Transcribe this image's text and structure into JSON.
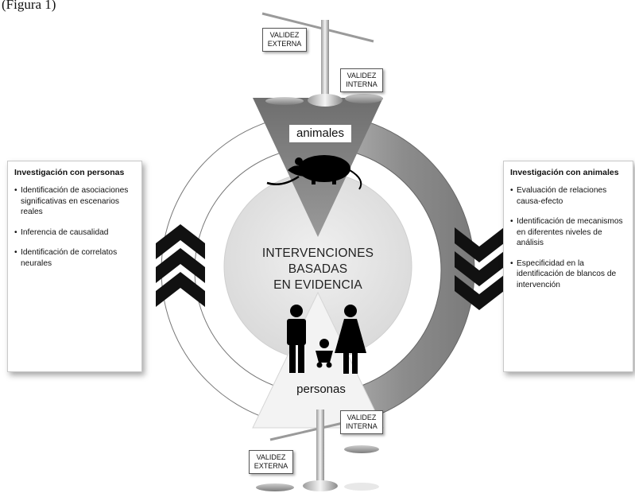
{
  "caption": "(Figura 1)",
  "center_title_line1": "INTERVENCIONES BASADAS",
  "center_title_line2": "EN EVIDENCIA",
  "triangle_top_label": "animales",
  "triangle_bottom_label": "personas",
  "left_box": {
    "title": "Investigación con personas",
    "items": [
      "Identificación de asociaciones significativas en escenarios reales",
      "Inferencia de causalidad",
      "Identificación de correlatos neurales"
    ]
  },
  "right_box": {
    "title": "Investigación con animales",
    "items": [
      "Evaluación de relaciones causa-efecto",
      "Identificación de mecanismos en diferentes niveles de análisis",
      "Especificidad en la identificación de blancos de intervención"
    ]
  },
  "scale_top": {
    "external_line1": "VALIDEZ",
    "external_line2": "EXTERNA",
    "internal_line1": "VALIDEZ",
    "internal_line2": "INTERNA"
  },
  "scale_bottom": {
    "internal_line1": "VALIDEZ",
    "internal_line2": "INTERNA",
    "external_line1": "VALIDEZ",
    "external_line2": "EXTERNA"
  },
  "colors": {
    "ring_gray": "#8d8d8d",
    "triangle_top": "#7e7e7e",
    "triangle_bottom": "#f2f2f2",
    "center_circle": "#e6e6e6",
    "chevron": "#111111"
  }
}
